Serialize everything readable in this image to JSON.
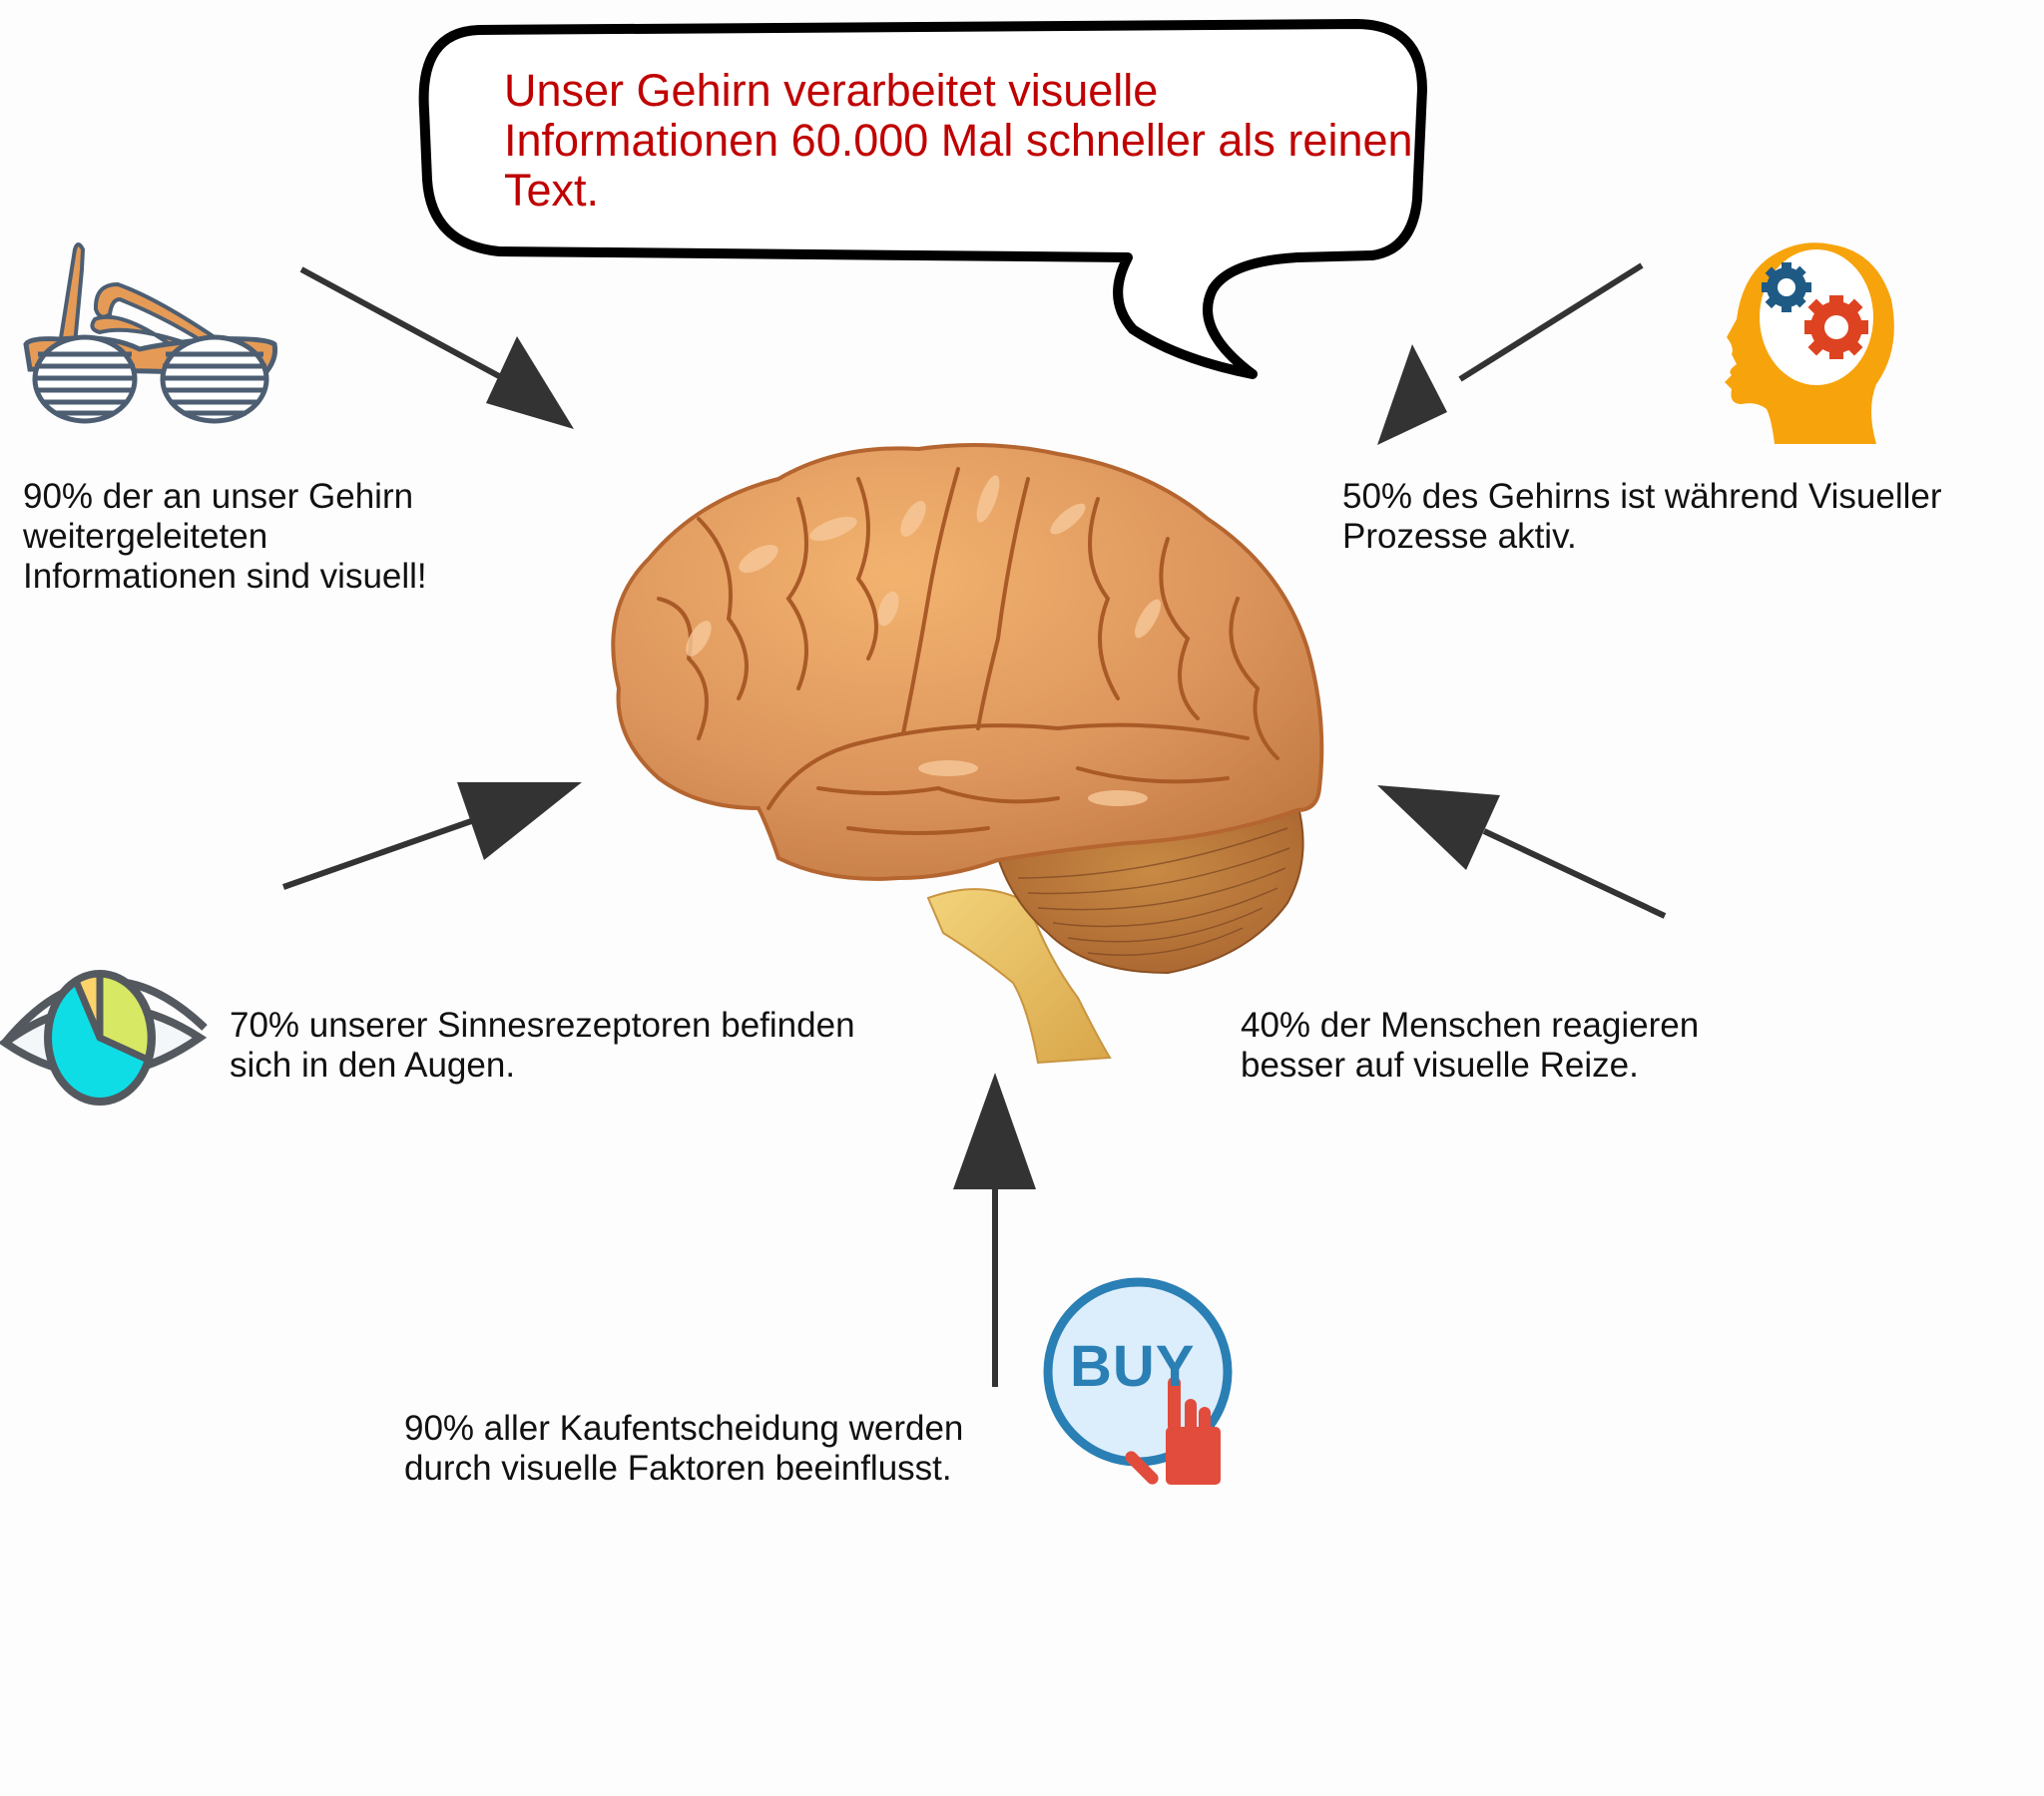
{
  "bubble": {
    "text": "Unser Gehirn verarbeitet visuelle Informationen 60.000 Mal schneller als reinen Text.",
    "color": "#c00000"
  },
  "facts": [
    {
      "id": "glasses",
      "icon": "sunglasses-icon",
      "lines": [
        "90% der an unser Gehirn",
        "weitergeleiteten",
        "Informationen sind visuell!"
      ]
    },
    {
      "id": "head",
      "icon": "head-gears-icon",
      "lines": [
        "50% des Gehirns ist während Visueller",
        "Prozesse aktiv."
      ]
    },
    {
      "id": "eye",
      "icon": "eye-pie-chart-icon",
      "lines": [
        "70% unserer Sinnesrezeptoren befinden",
        "sich in den Augen."
      ]
    },
    {
      "id": "people",
      "icon": "none",
      "lines": [
        "40% der Menschen reagieren",
        "besser auf visuelle Reize."
      ]
    },
    {
      "id": "buy",
      "icon": "buy-button-icon",
      "lines": [
        "90% aller Kaufentscheidung werden",
        "durch visuelle Faktoren beeinflusst."
      ]
    }
  ],
  "buy_icon": {
    "label": "BUY"
  },
  "colors": {
    "arrow": "#333333",
    "brain": "#d9955a",
    "brain_outline": "#b5652f",
    "head": "#f7a30c",
    "gear_blue": "#1f5a85",
    "gear_red": "#de4321",
    "buy_blue": "#2a7fb5",
    "hand_red": "#e24c3d"
  }
}
